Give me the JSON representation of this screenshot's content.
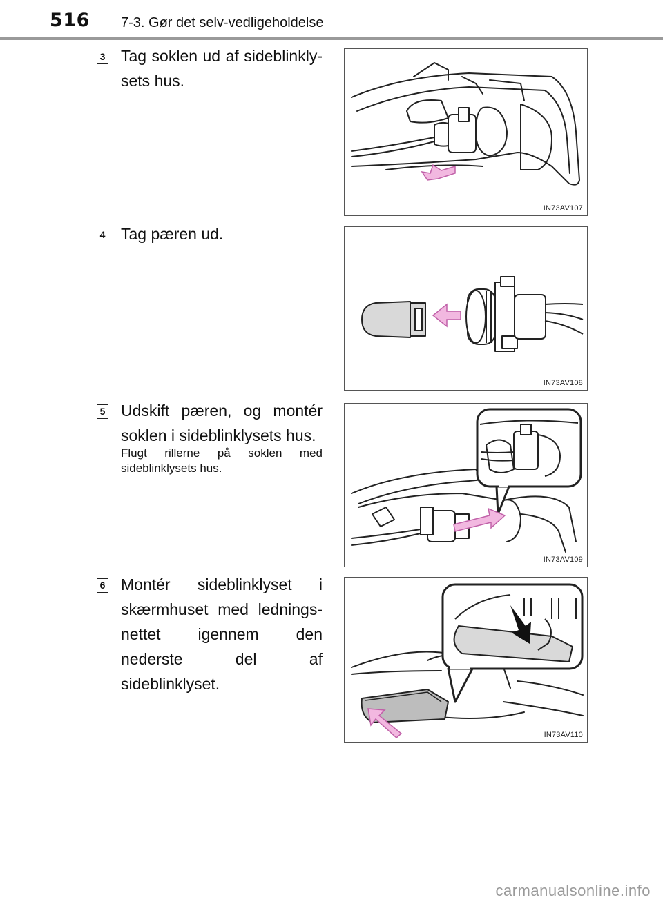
{
  "header": {
    "page_number": "516",
    "section_title": "7-3. Gør det selv-vedligeholdelse"
  },
  "steps": [
    {
      "number": "3",
      "text": "Tag soklen ud af sideblinkly-sets hus.",
      "figure_code": "IN73AV107"
    },
    {
      "number": "4",
      "text": "Tag pæren ud.",
      "figure_code": "IN73AV108"
    },
    {
      "number": "5",
      "text": "Udskift pæren, og montér soklen i sideblinklysets hus.",
      "note": "Flugt rillerne på soklen med sideblinklysets hus.",
      "figure_code": "IN73AV109"
    },
    {
      "number": "6",
      "text": "Montér sideblinklyset i skærmhuset med lednings-nettet igennem den nederste del af sideblinklyset.",
      "figure_code": "IN73AV110"
    }
  ],
  "watermark": "carmanualsonline.info",
  "colors": {
    "arrow_fill": "#f2b8e0",
    "arrow_stroke": "#c060a8",
    "rule": "#9a9a9a",
    "line_art": "#222222",
    "bulb_fill": "#d9d9d9"
  }
}
